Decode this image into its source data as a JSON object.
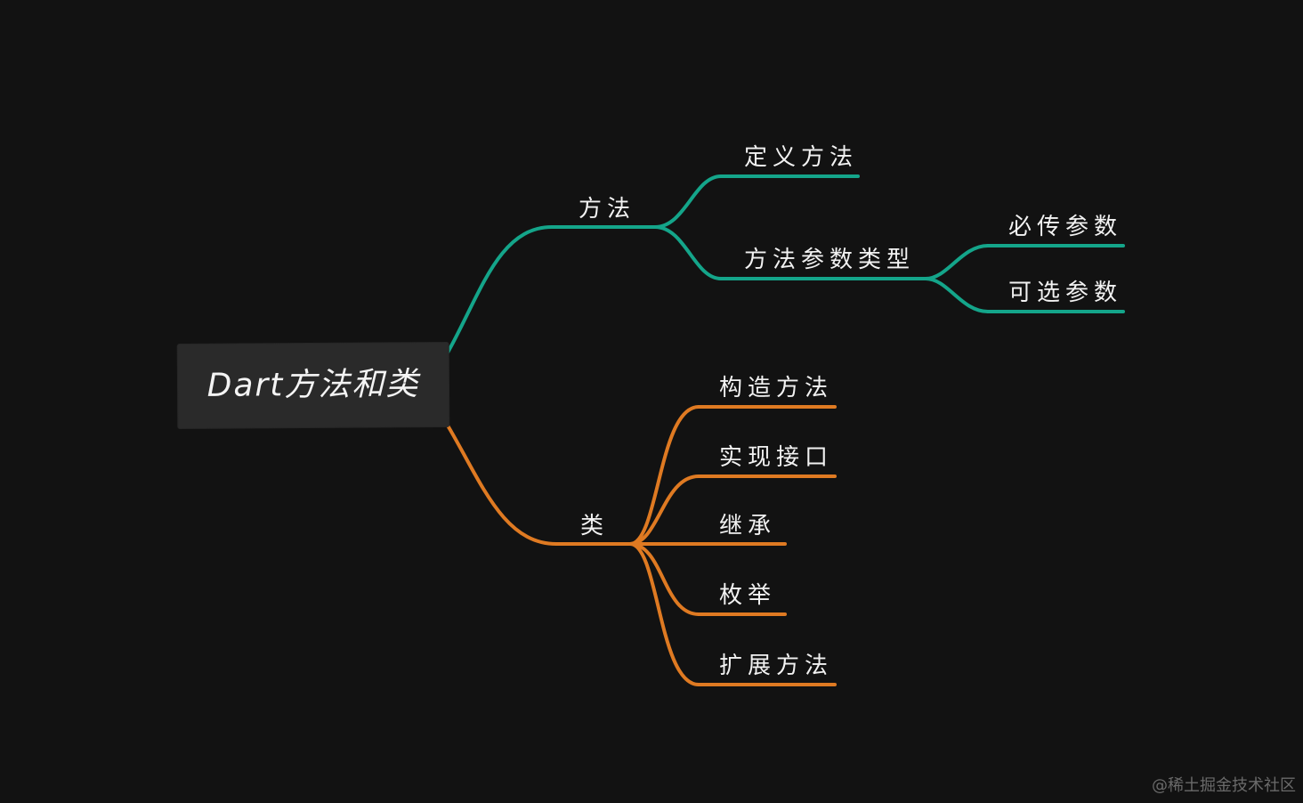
{
  "colors": {
    "background": "#121212",
    "root_fill": "#2a2a2a",
    "branch_methods": "#14a58a",
    "branch_class": "#df7a22",
    "text": "#f2f2f2"
  },
  "root": {
    "label": "Dart方法和类"
  },
  "methods": {
    "label": "方法",
    "define": {
      "label": "定义方法"
    },
    "param_types": {
      "label": "方法参数类型",
      "required": {
        "label": "必传参数"
      },
      "optional": {
        "label": "可选参数"
      }
    }
  },
  "class": {
    "label": "类",
    "constructor": {
      "label": "构造方法"
    },
    "implements": {
      "label": "实现接口"
    },
    "inherit": {
      "label": "继承"
    },
    "enum": {
      "label": "枚举"
    },
    "extension": {
      "label": "扩展方法"
    }
  },
  "watermark": "@稀土掘金技术社区"
}
